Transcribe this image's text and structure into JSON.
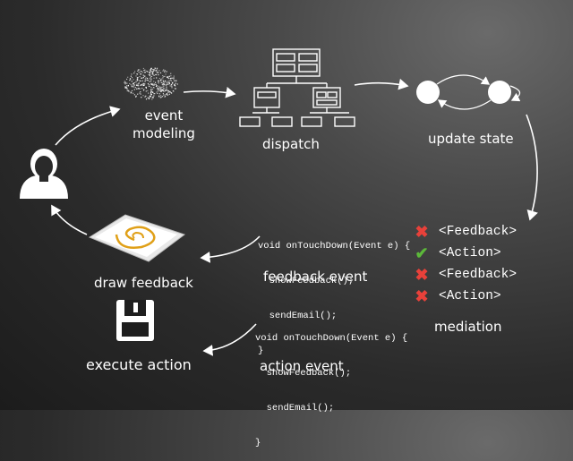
{
  "stages": {
    "event_modeling": [
      "event",
      "modeling"
    ],
    "dispatch": "dispatch",
    "update_state": "update state",
    "draw_feedback": "draw feedback",
    "execute_action": "execute action",
    "feedback_event": "feedback event",
    "action_event": "action event",
    "mediation": "mediation"
  },
  "code_feedback": [
    "void onTouchDown(Event e) {",
    "  showFeedback();",
    "  sendEmail();",
    "}"
  ],
  "code_action": [
    "void onTouchDown(Event e) {",
    "  showFeedback();",
    "  sendEmail();",
    "}"
  ],
  "mediation_list": [
    {
      "mark": "cross-icon",
      "text": "<Feedback>"
    },
    {
      "mark": "check-icon",
      "text": "<Action>"
    },
    {
      "mark": "cross-icon",
      "text": "<Feedback>"
    },
    {
      "mark": "cross-icon",
      "text": "<Action>"
    }
  ],
  "colors": {
    "background": "#2b2b2b",
    "cross": "#e8413a",
    "check": "#5cb83a"
  }
}
